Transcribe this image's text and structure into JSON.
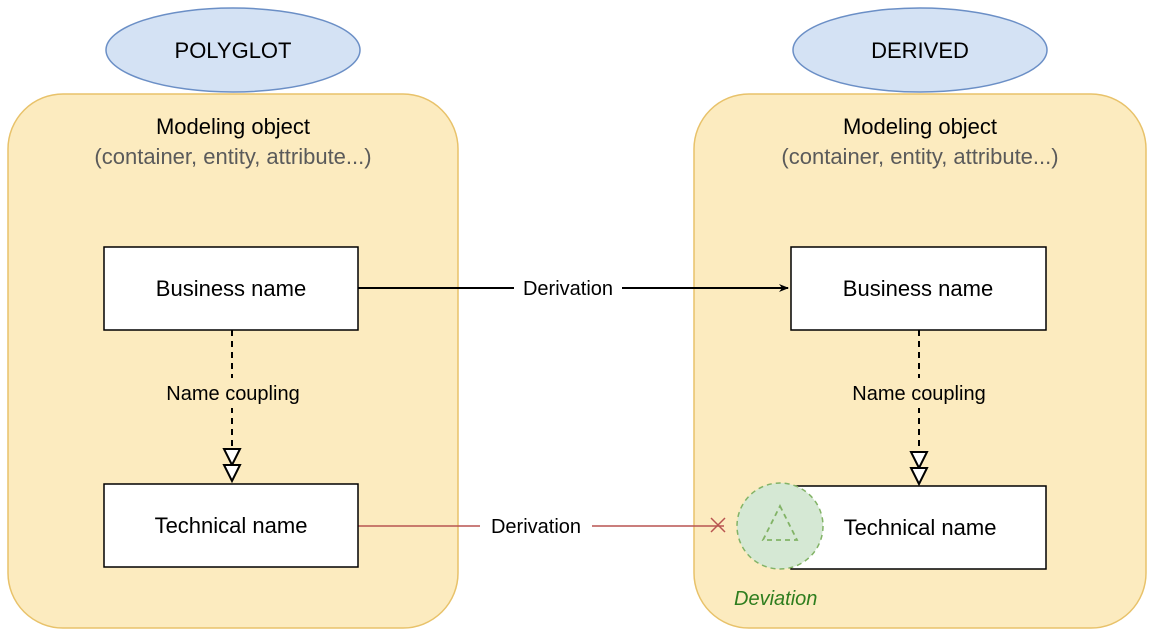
{
  "colors": {
    "container_fill": "#fcebbf",
    "container_stroke": "#e8c26a",
    "ellipse_fill": "#d4e2f4",
    "ellipse_stroke": "#6b8fc6",
    "box_fill": "#ffffff",
    "box_stroke": "#000000",
    "derivation_arrow": "#000000",
    "broken_derivation": "#b85450",
    "deviation_fill": "#d5e8d4",
    "deviation_stroke": "#82b366",
    "deviation_text": "#2e7d1e"
  },
  "left": {
    "badge": "POLYGLOT",
    "container_title": "Modeling object",
    "container_subtitle": "(container, entity, attribute...)",
    "business_box": "Business name",
    "coupling_label": "Name coupling",
    "technical_box": "Technical name"
  },
  "right": {
    "badge": "DERIVED",
    "container_title": "Modeling object",
    "container_subtitle": "(container, entity, attribute...)",
    "business_box": "Business name",
    "coupling_label": "Name coupling",
    "technical_box": "Technical name",
    "deviation_label": "Deviation",
    "deviation_icon": "warning-triangle-icon"
  },
  "edges": {
    "business_derivation": "Derivation",
    "technical_derivation": "Derivation"
  }
}
